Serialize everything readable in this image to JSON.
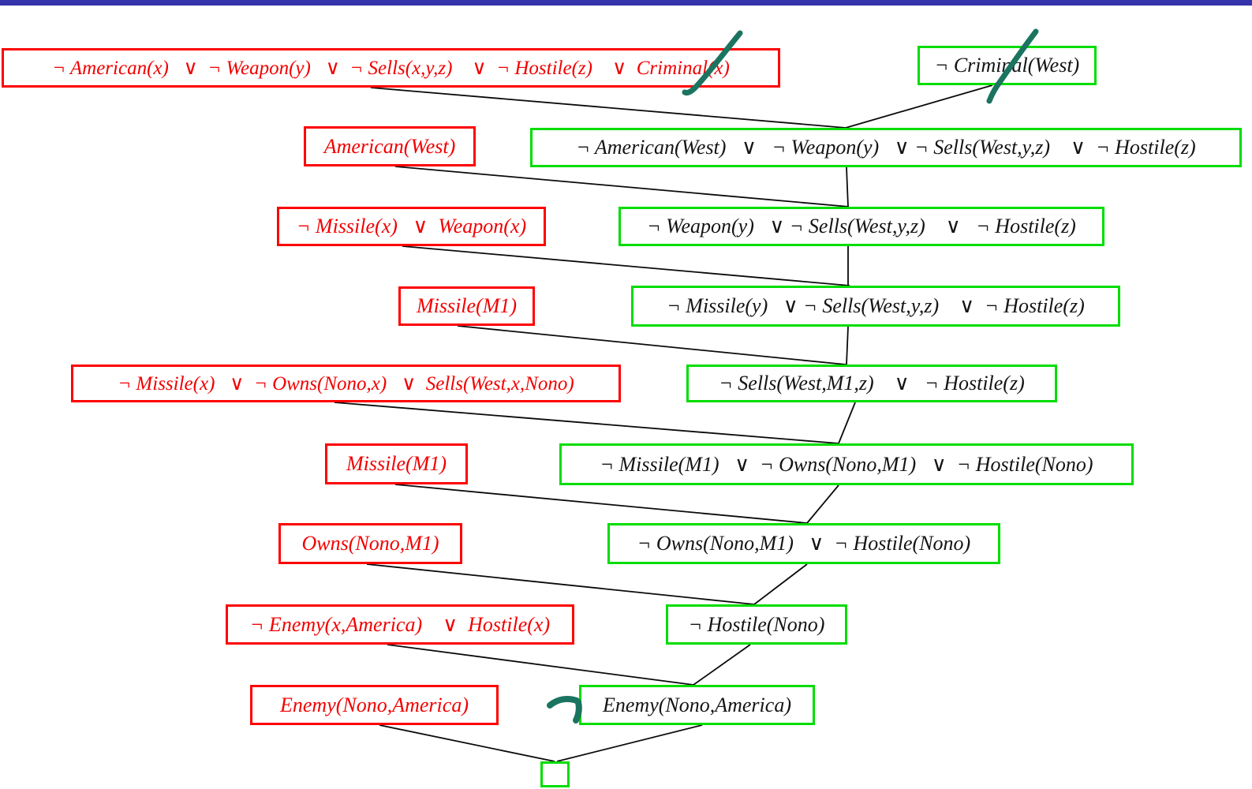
{
  "top_bar": {
    "color": "#3633ab"
  },
  "diagram": {
    "colors": {
      "kb_clause_red": "#f20000",
      "resolvent_green_border": "#00dd00",
      "resolvent_text": "#141414",
      "connector_line": "#0a0a0a",
      "annotation_ink": "#1b7460"
    },
    "nodes": {
      "r1kb": "¬ American(x)   ∨  ¬ Weapon(y)   ∨  ¬ Sells(x,y,z)    ∨  ¬ Hostile(z)    ∨  Criminal(x)",
      "r1res": "¬ Criminal(West)",
      "r2kb": "American(West)",
      "r2res": "¬ American(West)   ∨   ¬ Weapon(y)   ∨ ¬ Sells(West,y,z)    ∨  ¬ Hostile(z)",
      "r3kb": "¬ Missile(x)   ∨  Weapon(x)",
      "r3res": "¬ Weapon(y)   ∨ ¬ Sells(West,y,z)    ∨   ¬ Hostile(z)",
      "r4kb": "Missile(M1)",
      "r4res": "¬ Missile(y)   ∨ ¬ Sells(West,y,z)    ∨  ¬ Hostile(z)",
      "r5kb": "¬ Missile(x)   ∨  ¬ Owns(Nono,x)   ∨  Sells(West,x,Nono)",
      "r5res": "¬ Sells(West,M1,z)    ∨   ¬ Hostile(z)",
      "r6kb": "Missile(M1)",
      "r6res": "¬ Missile(M1)   ∨  ¬ Owns(Nono,M1)   ∨  ¬ Hostile(Nono)",
      "r7kb": "Owns(Nono,M1)",
      "r7res": "¬ Owns(Nono,M1)   ∨  ¬ Hostile(Nono)",
      "r8kb": "¬ Enemy(x,America)    ∨  Hostile(x)",
      "r8res": "¬ Hostile(Nono)",
      "r9kb": "Enemy(Nono,America)",
      "r9res": "Enemy(Nono,America)",
      "empty": ""
    },
    "annotations": {
      "slash_over_criminal_x": "slash",
      "slash_over_criminal_west": "slash",
      "handwritten_negation_before_enemy": "¬"
    }
  }
}
